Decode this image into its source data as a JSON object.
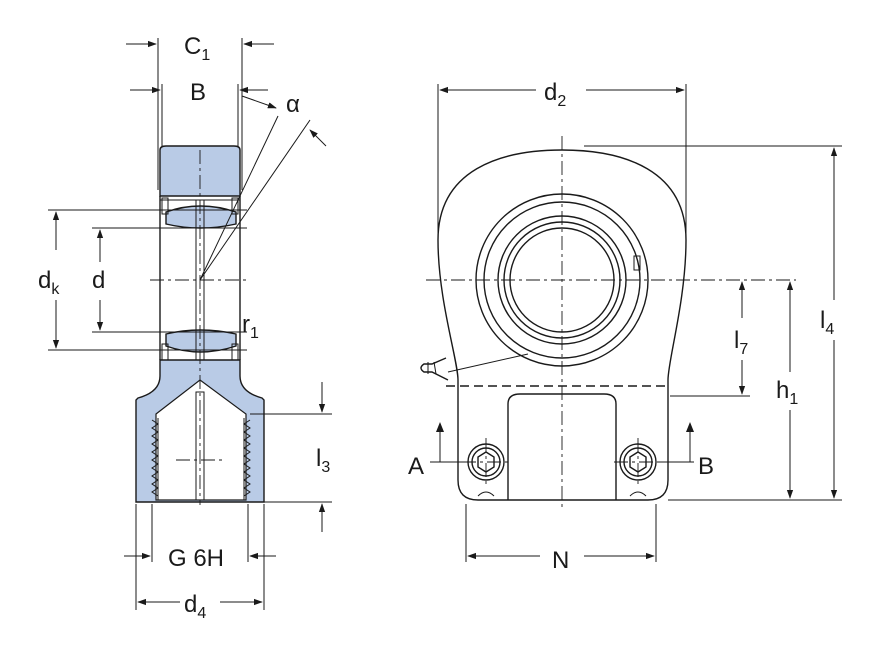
{
  "colors": {
    "accent": "#b9cbe6",
    "ink": "#1a1a1a",
    "background": "#ffffff"
  },
  "labels": {
    "C1": {
      "main": "C",
      "sub": "1"
    },
    "B_top": "B",
    "alpha": "α",
    "dk": {
      "main": "d",
      "sub": "k"
    },
    "d": "d",
    "r1": {
      "main": "r",
      "sub": "1"
    },
    "l3": {
      "main": "l",
      "sub": "3"
    },
    "G6H": "G 6H",
    "d4": {
      "main": "d",
      "sub": "4"
    },
    "d2": {
      "main": "d",
      "sub": "2"
    },
    "l4": {
      "main": "l",
      "sub": "4"
    },
    "l7": {
      "main": "l",
      "sub": "7"
    },
    "h1": {
      "main": "h",
      "sub": "1"
    },
    "A": "A",
    "B_right": "B",
    "N": "N"
  }
}
